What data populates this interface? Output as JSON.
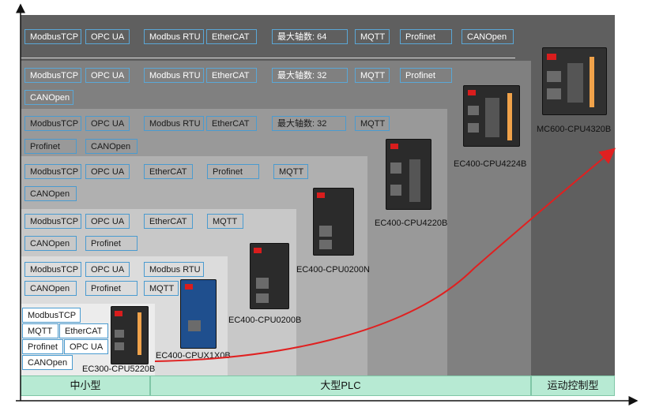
{
  "bands": {
    "small": "中小型",
    "large": "大型PLC",
    "motion": "运动控制型"
  },
  "tier1": {
    "row1": [
      "ModbusTCP",
      "OPC UA",
      "Modbus RTU",
      "EtherCAT",
      "最大轴数: 64",
      "MQTT",
      "Profinet",
      "CANOpen"
    ],
    "product": "MC600-CPU4320B"
  },
  "tier2": {
    "row1": [
      "ModbusTCP",
      "OPC UA",
      "Modbus RTU",
      "EtherCAT",
      "最大轴数: 32",
      "MQTT",
      "Profinet"
    ],
    "row2": [
      "CANOpen"
    ],
    "product": "EC400-CPU4224B"
  },
  "tier3": {
    "row1": [
      "ModbusTCP",
      "OPC UA",
      "Modbus RTU",
      "EtherCAT",
      "最大轴数: 32",
      "MQTT"
    ],
    "row2": [
      "Profinet",
      "CANOpen"
    ],
    "product": "EC400-CPU4220B"
  },
  "tier4": {
    "row1": [
      "ModbusTCP",
      "OPC UA",
      "EtherCAT",
      "Profinet",
      "MQTT"
    ],
    "row2": [
      "CANOpen"
    ],
    "product": "EC400-CPU0200N"
  },
  "tier5": {
    "row1": [
      "ModbusTCP",
      "OPC UA",
      "EtherCAT",
      "MQTT"
    ],
    "row2": [
      "CANOpen",
      "Profinet"
    ],
    "product": "EC400-CPU0200B"
  },
  "tier6": {
    "row1": [
      "ModbusTCP",
      "OPC UA",
      "Modbus RTU"
    ],
    "row2": [
      "CANOpen",
      "Profinet",
      "MQTT"
    ],
    "product": "EC400-CPUX1X0B"
  },
  "tier7": {
    "row1": [
      "ModbusTCP"
    ],
    "row2": [
      "MQTT",
      "EtherCAT"
    ],
    "row3": [
      "Profinet",
      "OPC UA"
    ],
    "row4": [
      "CANOpen"
    ],
    "product": "EC300-CPU5220B"
  },
  "colors": {
    "tier1": "#5f5f5f",
    "tier2": "#808080",
    "tier3": "#999999",
    "tier4": "#b0b0b0",
    "tier5": "#c8c8c8",
    "tier6": "#dcdcdc",
    "tier7": "#ececec",
    "band": "#b7ead3",
    "trend": "#e02020",
    "tag_border": "#4a9bd0"
  }
}
